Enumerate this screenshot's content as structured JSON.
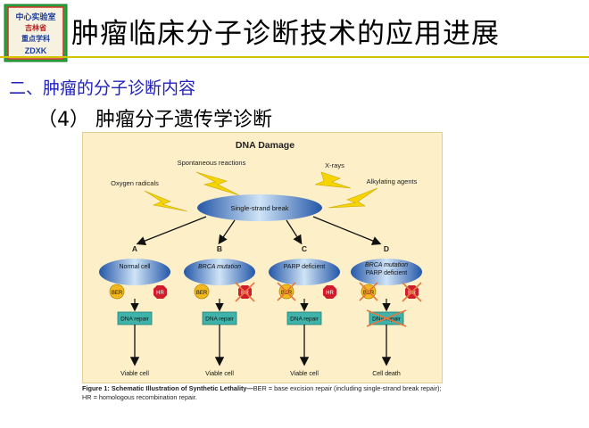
{
  "logo": {
    "line1": "中心实验室",
    "line2": "吉林省",
    "line3": "重点学科",
    "line4": "ZDXK"
  },
  "slide": {
    "title": "肿瘤临床分子诊断技术的应用进展",
    "subtitle": "二、肿瘤的分子诊断内容",
    "point": "（4） 肿瘤分子遗传学诊断"
  },
  "figure": {
    "heading": "DNA Damage",
    "sources": {
      "spontaneous": "Spontaneous reactions",
      "xrays": "X-rays",
      "oxygen": "Oxygen radicals",
      "alkylating": "Alkylating agents"
    },
    "break_label": "Single-strand break",
    "columns": [
      {
        "letter": "A",
        "cell_line1": "Normal cell",
        "cell_line2": "",
        "outcome": "Viable cell"
      },
      {
        "letter": "B",
        "cell_line1": "BRCA mutation",
        "cell_line2": "",
        "outcome": "Viable cell"
      },
      {
        "letter": "C",
        "cell_line1": "PARP deficient",
        "cell_line2": "",
        "outcome": "Viable cell"
      },
      {
        "letter": "D",
        "cell_line1": "BRCA mutation",
        "cell_line2": "PARP deficient",
        "outcome": "Cell death"
      }
    ],
    "ber_label": "BER",
    "hr_label": "HR",
    "repair_label": "DNA repair",
    "caption_bold": "Figure 1: Schematic Illustration of Synthetic Lethality—",
    "caption_rest": "BER = base excision repair (including single-strand break repair); HR = homologous recombination repair.",
    "colors": {
      "background": "#fdf0c8",
      "cell_blue": "#3a78c8",
      "ber": "#f2b81c",
      "hr": "#d01c2c",
      "repair_teal": "#3fb3a9",
      "cross": "#e8753c",
      "lightning": "#f6d400"
    }
  }
}
